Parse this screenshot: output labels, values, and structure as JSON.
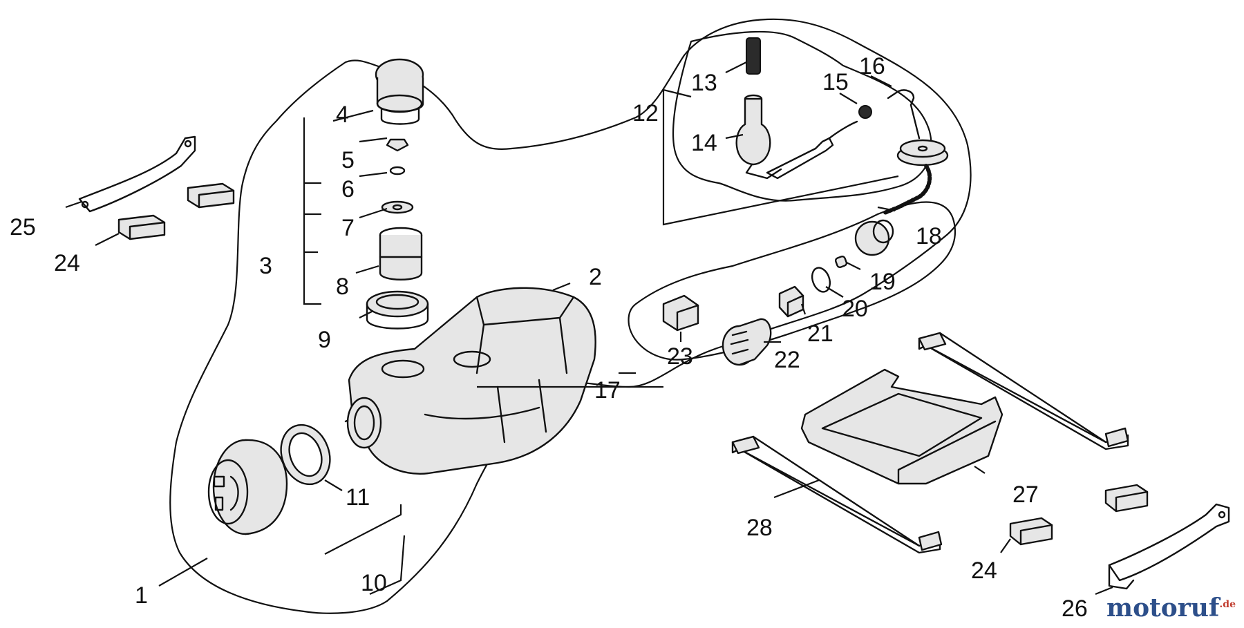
{
  "diagram": {
    "callouts": {
      "c1": "1",
      "c2": "2",
      "c3": "3",
      "c4": "4",
      "c5": "5",
      "c6": "6",
      "c7": "7",
      "c8": "8",
      "c9": "9",
      "c10": "10",
      "c11": "11",
      "c12": "12",
      "c13": "13",
      "c14": "14",
      "c15": "15",
      "c16": "16",
      "c17": "17",
      "c18": "18",
      "c19": "19",
      "c20": "20",
      "c21": "21",
      "c22": "22",
      "c23": "23",
      "c24a": "24",
      "c24b": "24",
      "c25": "25",
      "c26": "26",
      "c27": "27",
      "c28": "28"
    }
  },
  "watermark": {
    "brand": "motoruf",
    "suffix": ".de"
  }
}
